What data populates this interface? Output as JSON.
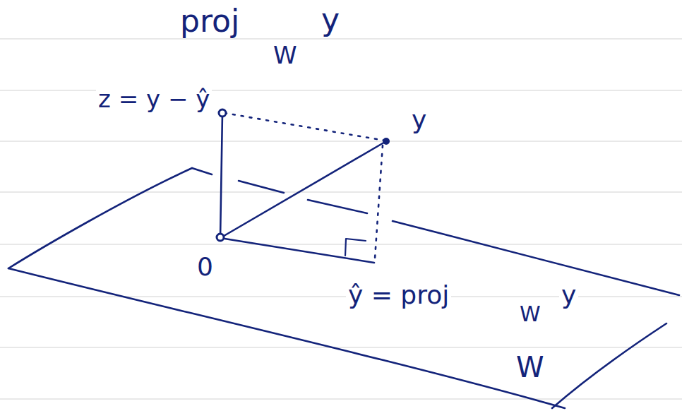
{
  "diagram": {
    "labels": [
      "proj",
      "W",
      "y",
      "z = y − ŷ",
      "y",
      "0",
      "ŷ = proj",
      "W",
      "y",
      "W"
    ]
  }
}
